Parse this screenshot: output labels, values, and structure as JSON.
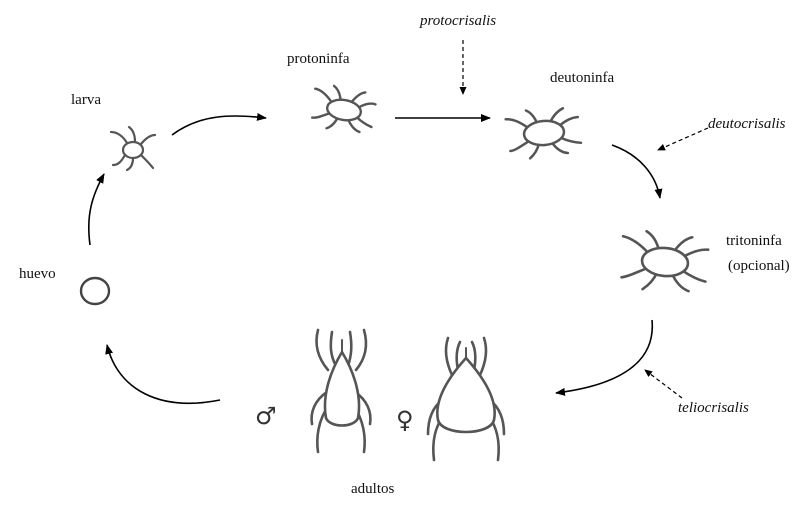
{
  "stages": {
    "huevo": "huevo",
    "larva": "larva",
    "protoninfa": "protoninfa",
    "deutoninfa": "deutoninfa",
    "tritoninfa": "tritoninfa",
    "tritoninfa_note": "(opcional)",
    "adultos": "adultos"
  },
  "resting_phases": {
    "protocrisalis": "protocrisalis",
    "deutocrisalis": "deutocrisalis",
    "teliocrisalis": "teliocrisalis"
  },
  "sex_symbols": {
    "male": "♂",
    "female": "♀"
  }
}
